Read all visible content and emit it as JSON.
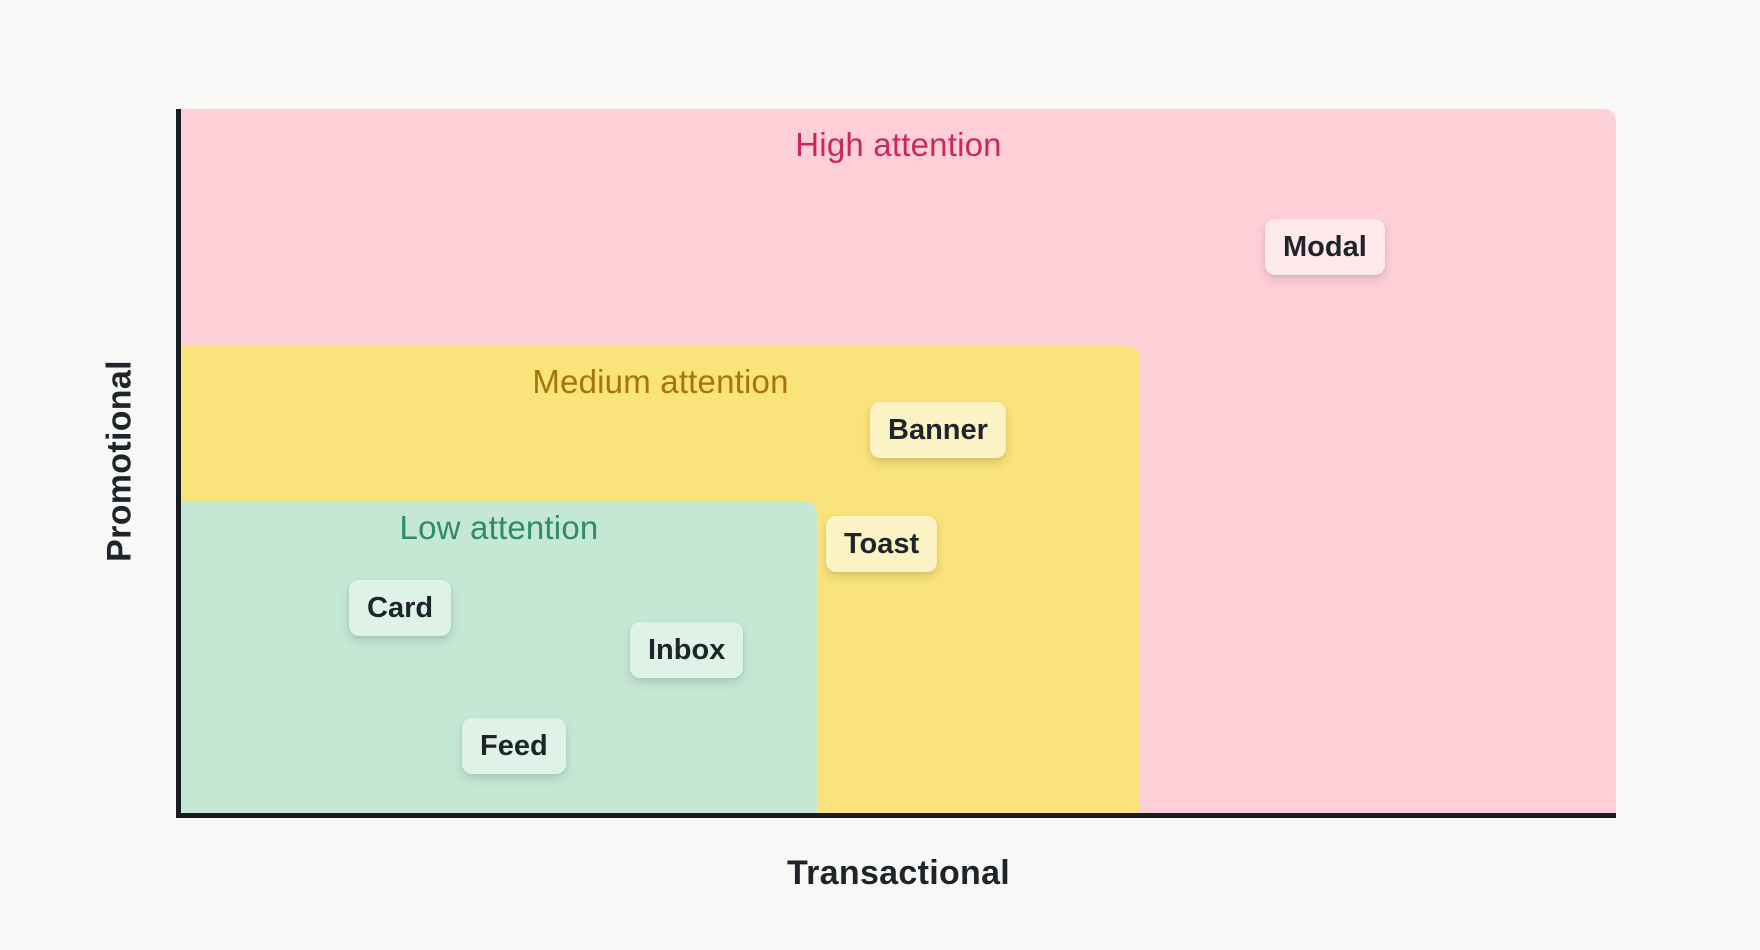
{
  "diagram": {
    "type": "attention-matrix",
    "x_axis_label": "Transactional",
    "y_axis_label": "Promotional",
    "regions": [
      {
        "id": "high",
        "label": "High attention",
        "bg_color": "#FFCFD8",
        "label_color": "#C9295A"
      },
      {
        "id": "medium",
        "label": "Medium attention",
        "bg_color": "#FAE37A",
        "label_color": "#A9720D"
      },
      {
        "id": "low",
        "label": "Low attention",
        "bg_color": "#C5E8D4",
        "label_color": "#2E8C66"
      }
    ],
    "items": [
      {
        "label": "Modal",
        "region": "high",
        "chip_color": "#FDE8EC"
      },
      {
        "label": "Banner",
        "region": "medium",
        "chip_color": "#FBF3C3"
      },
      {
        "label": "Toast",
        "region": "medium",
        "chip_color": "#FBF3C3"
      },
      {
        "label": "Card",
        "region": "low",
        "chip_color": "#DFF2E8"
      },
      {
        "label": "Inbox",
        "region": "low",
        "chip_color": "#DFF2E8"
      },
      {
        "label": "Feed",
        "region": "low",
        "chip_color": "#DFF2E8"
      }
    ],
    "colors": {
      "background": "#F8F9F6",
      "axis_line": "#191C22",
      "dark_text": "#1F242A"
    }
  }
}
